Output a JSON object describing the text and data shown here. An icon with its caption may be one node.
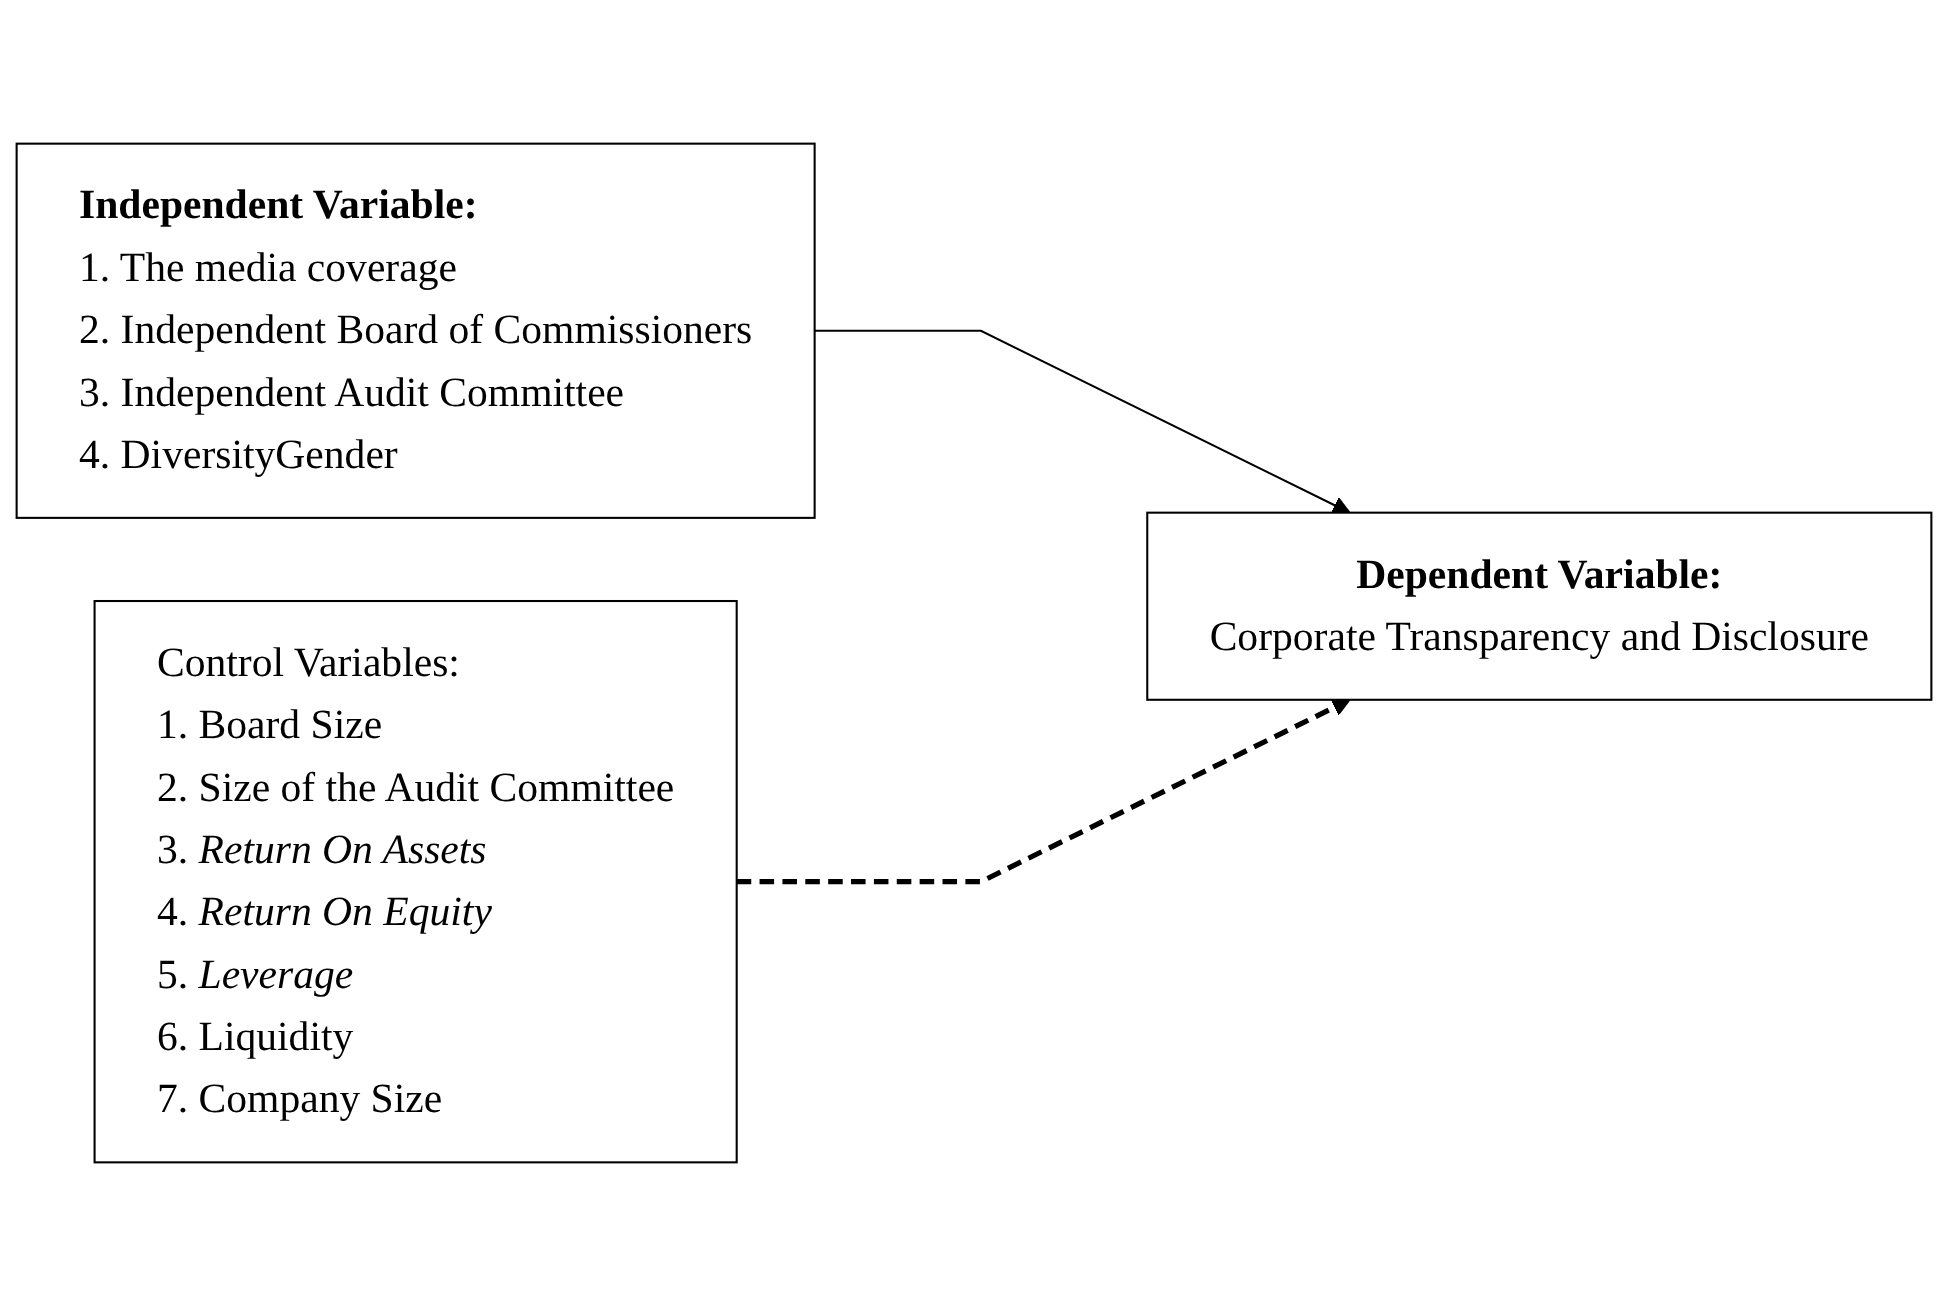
{
  "diagram": {
    "nodes": [
      {
        "text": [
          "Independent Variable:",
          "1. The media coverage",
          "2. Independent Board of Commissioners",
          "3. Independent Audit Committee",
          "4. DiversityGender"
        ]
      },
      {
        "text": [
          "Control Variables:",
          "1. Board Size",
          "2. Size of the Audit Committee",
          "3. *Return On Assets*",
          "4. *Return On Equity*",
          "5. *Leverage*",
          "6. Liquidity",
          "7. Company Size"
        ]
      },
      {
        "text": [
          "Dependent Variable:",
          "Corporate Transparency and Disclosure"
        ]
      }
    ],
    "edges": [
      {
        "from": 0,
        "to": 2,
        "arrow": "to"
      },
      {
        "from": 1,
        "to": 2,
        "arrow": "to",
        "style": "dashed"
      }
    ]
  }
}
